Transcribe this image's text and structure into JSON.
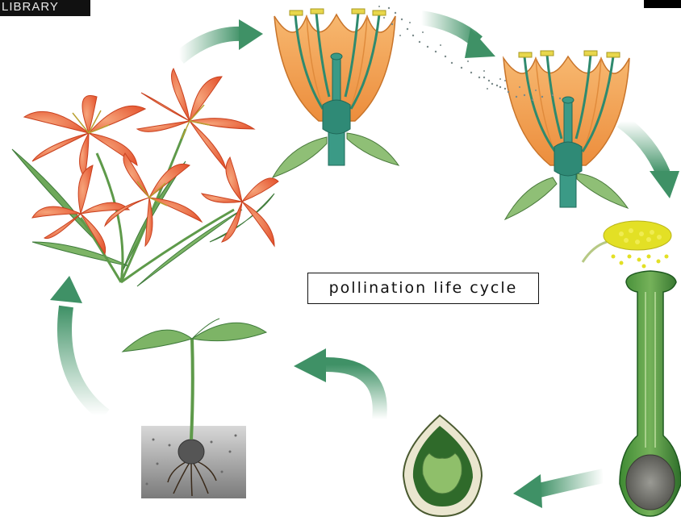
{
  "diagram": {
    "title": "pollination life cycle",
    "watermark": "LIBRARY"
  },
  "colors": {
    "arrow": "#4a9a6e",
    "petal": "#f3a65a",
    "lily": "#ec6a43",
    "stem": "#3b9a86",
    "leaf": "#8fbf76",
    "pollen": "#e3e025",
    "tube": "#2f7a30",
    "soil": "#bdbdbd"
  },
  "stages": [
    {
      "name": "lily-plant-cluster"
    },
    {
      "name": "flower-pollen-release"
    },
    {
      "name": "flower-receiving-pollen"
    },
    {
      "name": "pollen-tube-ovule"
    },
    {
      "name": "seed-embryo"
    },
    {
      "name": "seedling"
    }
  ]
}
